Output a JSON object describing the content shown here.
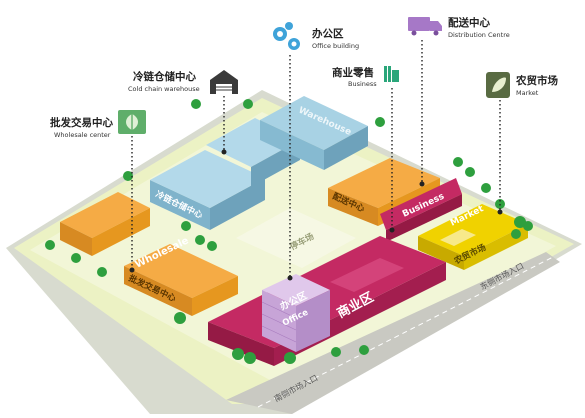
{
  "callouts": {
    "office": {
      "cn": "办公区",
      "en": "Office building"
    },
    "distribution": {
      "cn": "配送中心",
      "en": "Distribution Centre"
    },
    "cold_chain": {
      "cn": "冷链仓储中心",
      "en": "Cold chain warehouse"
    },
    "business": {
      "cn": "商业零售",
      "en": "Business"
    },
    "market": {
      "cn": "农贸市场",
      "en": "Market"
    },
    "wholesale": {
      "cn": "批发交易中心",
      "en": "Wholesale center"
    }
  },
  "building_labels": {
    "warehouse_roof": "Warehouse",
    "cold_chain_side": "冷链仓储中心",
    "parking": "停车场",
    "distribution_side": "配送中心",
    "business_roof": "Business",
    "market_roof": "Market",
    "market_side": "农贸市场",
    "wholesale_roof": "Wholesale",
    "wholesale_side": "批发交易中心",
    "office_cn": "办公区",
    "office_en": "Office",
    "commerce_cn": "商业区",
    "east_entrance": "东侧市场入口",
    "south_entrance": "南侧市场入口"
  },
  "colors": {
    "ground": "#ecf2c4",
    "road": "#c6c6bf",
    "warehouse": "#a9d2e4",
    "orange": "#f2a23a",
    "magenta": "#b51f55",
    "office": "#c8a6d8",
    "yellow": "#f0d200",
    "tree": "#2e9f3e"
  },
  "icons": [
    "gears-icon",
    "truck-icon",
    "warehouse-icon",
    "retail-icon",
    "leaf-icon",
    "tree-icon"
  ]
}
